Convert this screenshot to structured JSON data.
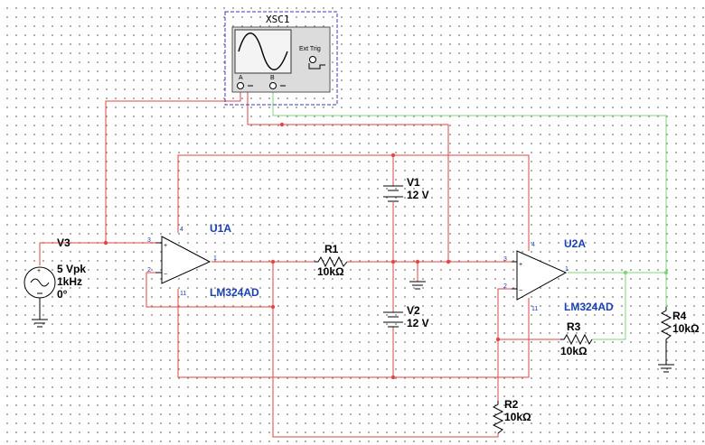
{
  "scope": {
    "ref": "XSC1",
    "ext_trig": "Ext Trig",
    "ch_a": "A",
    "ch_b": "B"
  },
  "source": {
    "ref": "V3",
    "amp": "5 Vpk",
    "freq": "1kHz",
    "phase": "0°"
  },
  "u1": {
    "ref": "U1A",
    "part": "LM324AD",
    "pins": {
      "p3": "3",
      "p2": "2",
      "p4": "4",
      "p11": "11",
      "p1": "1"
    }
  },
  "u2": {
    "ref": "U2A",
    "part": "LM324AD",
    "pins": {
      "p3": "3",
      "p2": "2",
      "p4": "4",
      "p11": "11",
      "p1": "1"
    }
  },
  "r1": {
    "ref": "R1",
    "value": "10kΩ"
  },
  "r2": {
    "ref": "R2",
    "value": "10kΩ"
  },
  "r3": {
    "ref": "R3",
    "value": "10kΩ"
  },
  "r4": {
    "ref": "R4",
    "value": "10kΩ"
  },
  "v1": {
    "ref": "V1",
    "value": "12 V"
  },
  "v2": {
    "ref": "V2",
    "value": "12 V"
  },
  "colors": {
    "wire": "#e24646",
    "probe_b": "#7cd67c",
    "ref_text": "#1a3fb3",
    "scope_box": "#3b3bb3"
  }
}
